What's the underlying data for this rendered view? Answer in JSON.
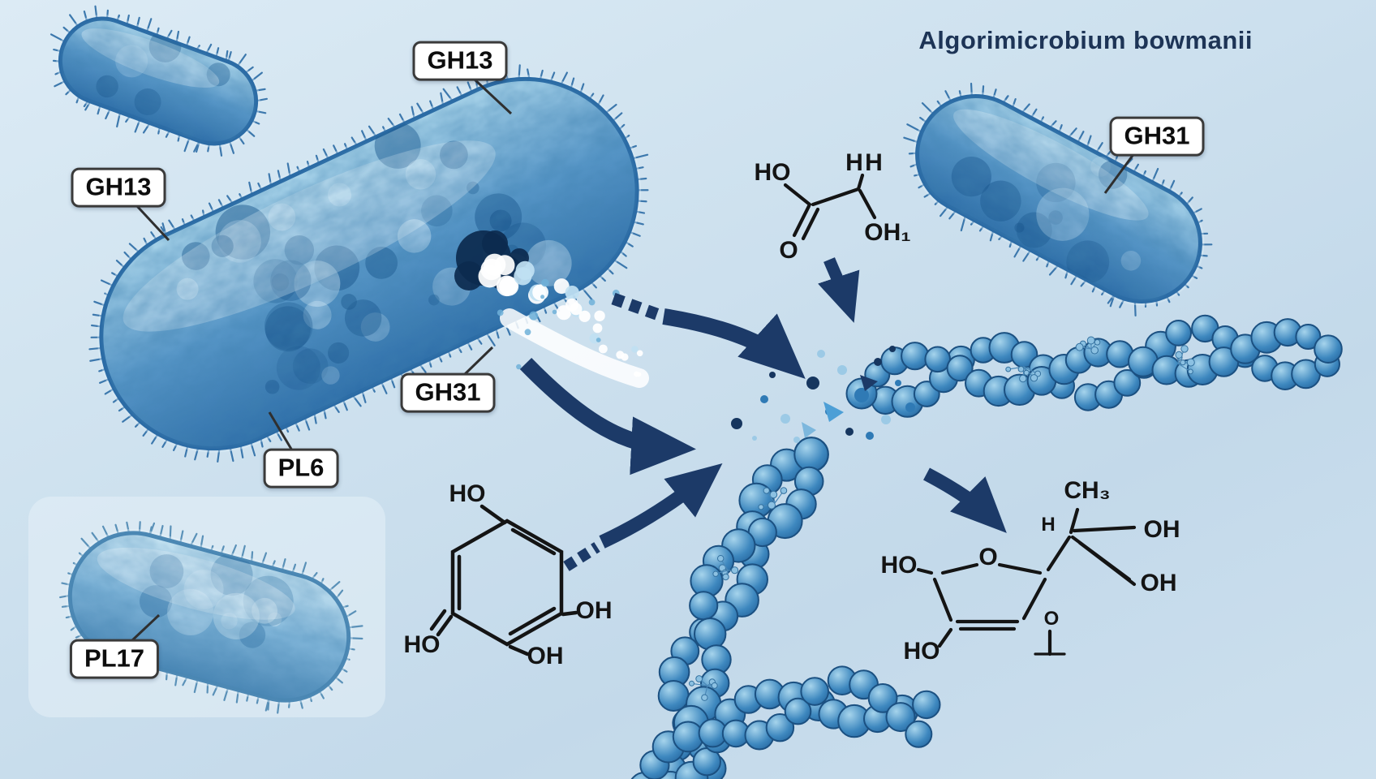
{
  "title": "Algorimicrobium bowmanii",
  "labels": {
    "gh13_top": "GH13",
    "gh13_left": "GH13",
    "gh31_center": "GH31",
    "pl6": "PL6",
    "pl17": "PL17",
    "gh31_right": "GH31"
  },
  "chem": {
    "acid": {
      "atoms": [
        "HO",
        "H",
        "H",
        "O",
        "OH₁"
      ]
    },
    "ring": {
      "atoms": [
        "HO",
        "OH",
        "HO",
        "OH"
      ]
    },
    "sugar": {
      "atoms": [
        "CH₃",
        "H",
        "OH",
        "OH",
        "O",
        "HO",
        "HO",
        "O"
      ]
    }
  },
  "colors": {
    "background": "#cfe1ee",
    "bacteria_blue": "#3f86ba",
    "chain_blue": "#2f7ab5",
    "arrow_navy": "#1c3a68",
    "label_bg": "#ffffff",
    "label_border": "#3a3a3a",
    "title_color": "#1d3456",
    "chem_ink": "#141414"
  }
}
